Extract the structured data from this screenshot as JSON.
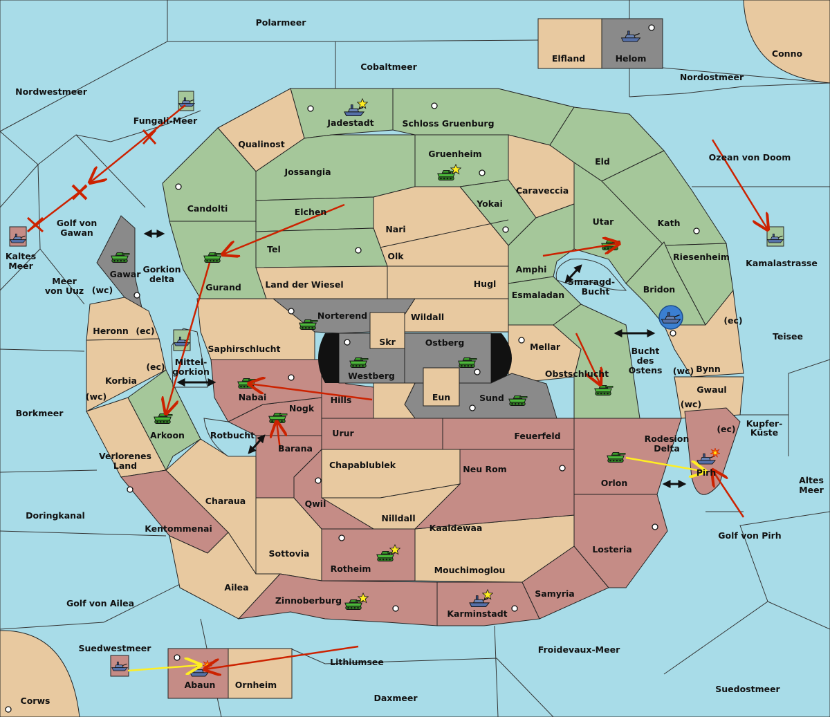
{
  "colors": {
    "sea": "#a8dce8",
    "green": "#a5c79a",
    "tan": "#e8c9a0",
    "red": "#c58c86",
    "gray": "#8a8a8a",
    "attack": "#cc2200",
    "support": "#ffee22"
  },
  "seas": {
    "polarmeer": "Polarmeer",
    "cobaltmeer": "Cobaltmeer",
    "nordwestmeer": "Nordwestmeer",
    "nordostmeer": "Nordostmeer",
    "ozean_von_doom": "Ozean von Doom",
    "fungali_meer": "Fungali-Meer",
    "golf_von_gawan_1": "Golf von",
    "golf_von_gawan_2": "Gawan",
    "kaltes_meer_1": "Kaltes",
    "kaltes_meer_2": "Meer",
    "meer_von_uuz_1": "Meer",
    "meer_von_uuz_2": "von Uuz",
    "gorkion_delta_1": "Gorkion",
    "gorkion_delta_2": "delta",
    "mittel_gorkion_1": "Mittel-",
    "mittel_gorkion_2": "gorkion",
    "borkmeer": "Borkmeer",
    "doringkanal": "Doringkanal",
    "golf_von_ailea": "Golf von Ailea",
    "suedwestmeer": "Suedwestmeer",
    "lithiumsee": "Lithiumsee",
    "daxmeer": "Daxmeer",
    "froidevaux_meer": "Froidevaux-Meer",
    "suedostmeer": "Suedostmeer",
    "golf_von_pirh": "Golf von Pirh",
    "altes_meer_1": "Altes",
    "altes_meer_2": "Meer",
    "kupfer_kueste_1": "Kupfer-",
    "kupfer_kueste_2": "Küste",
    "teisee": "Teisee",
    "kamalastrasse": "Kamalastrasse",
    "rotbucht": "Rotbucht",
    "rodesion_delta_1": "Rodesion",
    "rodesion_delta_2": "Delta",
    "bucht_des_ostens_1": "Bucht",
    "bucht_des_ostens_2": "des",
    "bucht_des_ostens_3": "Ostens",
    "smaragd_bucht_1": "Smaragd-",
    "smaragd_bucht_2": "Bucht"
  },
  "lands": {
    "conno": "Conno",
    "corws": "Corws",
    "elfland": "Elfland",
    "helom": "Helom",
    "abaun": "Abaun",
    "ornheim": "Ornheim",
    "jadestadt": "Jadestadt",
    "schloss_gruenburg": "Schloss Gruenburg",
    "qualinost": "Qualinost",
    "jossangia": "Jossangia",
    "gruenheim": "Gruenheim",
    "eld": "Eld",
    "caraveccia": "Caraveccia",
    "candolti": "Candolti",
    "elchen": "Elchen",
    "yokai": "Yokai",
    "utar": "Utar",
    "kath": "Kath",
    "nari": "Nari",
    "tel": "Tel",
    "olk": "Olk",
    "amphi": "Amphi",
    "riesenheim": "Riesenheim",
    "gawar": "Gawar",
    "gurand": "Gurand",
    "land_der_wiesel": "Land der Wiesel",
    "hugl": "Hugl",
    "esmaladan": "Esmaladan",
    "bridon": "Bridon",
    "norterend": "Norterend",
    "wildall": "Wildall",
    "heronn": "Heronn",
    "saphirschlucht": "Saphirschlucht",
    "skr": "Skr",
    "ostberg": "Ostberg",
    "mellar": "Mellar",
    "westberg": "Westberg",
    "korbia": "Korbia",
    "nabai": "Nabai",
    "obstschlucht": "Obstschlucht",
    "bynn": "Bynn",
    "hills": "Hills",
    "eun": "Eun",
    "sund": "Sund",
    "gwaul": "Gwaul",
    "nogk": "Nogk",
    "arkoon": "Arkoon",
    "urur": "Urur",
    "feuerfeld": "Feuerfeld",
    "verlorenes_land_1": "Verlorenes",
    "verlorenes_land_2": "Land",
    "barana": "Barana",
    "chapablublek": "Chapablublek",
    "neu_rom": "Neu Rom",
    "pirh": "Pirh",
    "orlon": "Orlon",
    "charaua": "Charaua",
    "qwil": "Qwil",
    "nilldall": "Nilldall",
    "kentommenai": "Kentommenai",
    "kaaldewaa": "Kaaldewaa",
    "losteria": "Losteria",
    "sottovia": "Sottovia",
    "rotheim": "Rotheim",
    "mouchimoglou": "Mouchimoglou",
    "ailea": "Ailea",
    "samyria": "Samyria",
    "zinnoberburg": "Zinnoberburg",
    "karminstadt": "Karminstadt"
  },
  "coast_tags": {
    "heronn_wc": "(wc)",
    "heronn_ec": "(ec)",
    "korbia_ec": "(ec)",
    "korbia_wc": "(wc)",
    "bynn_ec": "(ec)",
    "bynn_wc": "(wc)",
    "gwaul_wc": "(wc)",
    "pirh_ec": "(ec)"
  }
}
